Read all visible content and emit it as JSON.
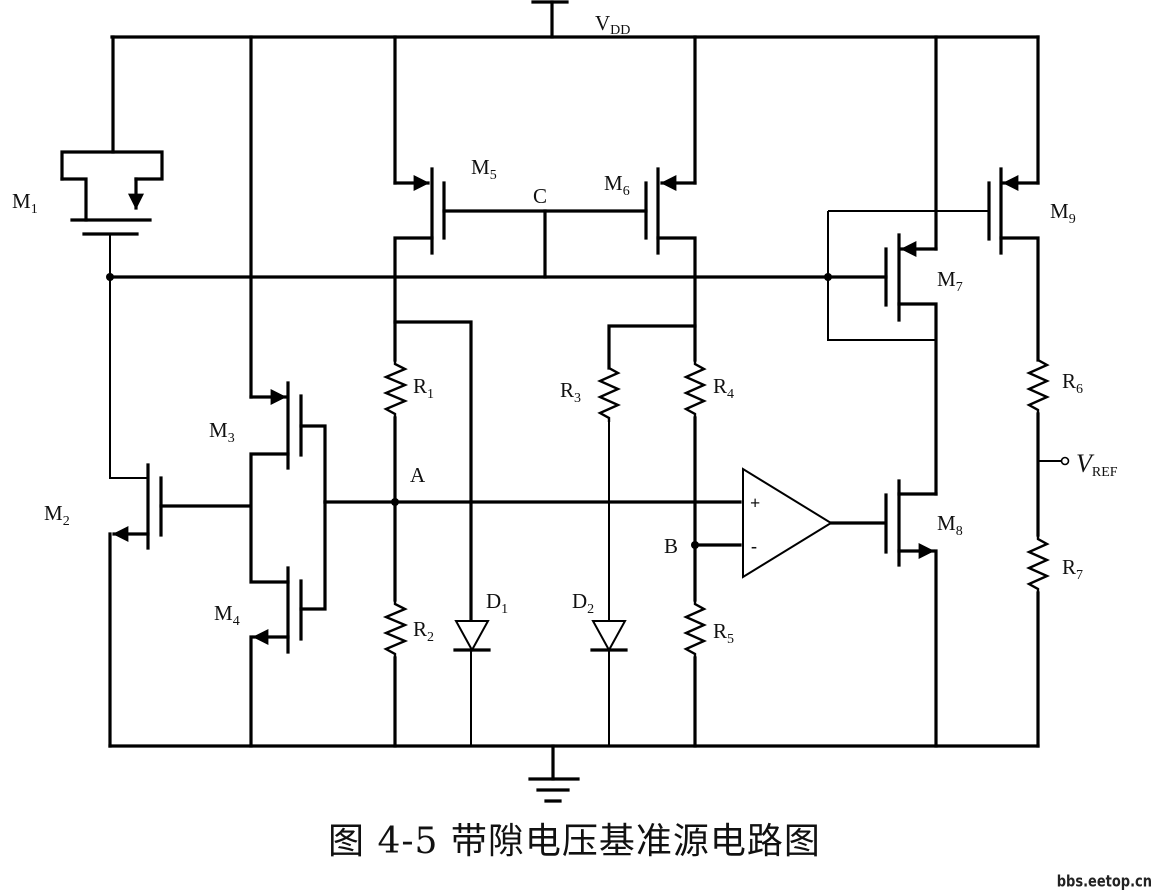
{
  "figure": {
    "caption": "图 4-5  带隙电压基准源电路图",
    "watermark": "bbs.eetop.cn"
  },
  "labels": {
    "vdd": {
      "main": "V",
      "sub": "DD"
    },
    "vref": {
      "main": "V",
      "sub": "REF"
    },
    "node_a": "A",
    "node_b": "B",
    "node_c": "C",
    "opamp_plus": "+",
    "opamp_minus": "-"
  },
  "transistors": [
    {
      "id": "M1",
      "main": "M",
      "sub": "1",
      "type": "pmos-depletion-like"
    },
    {
      "id": "M2",
      "main": "M",
      "sub": "2",
      "type": "nmos"
    },
    {
      "id": "M3",
      "main": "M",
      "sub": "3",
      "type": "pmos"
    },
    {
      "id": "M4",
      "main": "M",
      "sub": "4",
      "type": "nmos"
    },
    {
      "id": "M5",
      "main": "M",
      "sub": "5",
      "type": "pmos"
    },
    {
      "id": "M6",
      "main": "M",
      "sub": "6",
      "type": "pmos"
    },
    {
      "id": "M7",
      "main": "M",
      "sub": "7",
      "type": "pmos"
    },
    {
      "id": "M8",
      "main": "M",
      "sub": "8",
      "type": "nmos"
    },
    {
      "id": "M9",
      "main": "M",
      "sub": "9",
      "type": "pmos"
    }
  ],
  "resistors": [
    {
      "id": "R1",
      "main": "R",
      "sub": "1"
    },
    {
      "id": "R2",
      "main": "R",
      "sub": "2"
    },
    {
      "id": "R3",
      "main": "R",
      "sub": "3"
    },
    {
      "id": "R4",
      "main": "R",
      "sub": "4"
    },
    {
      "id": "R5",
      "main": "R",
      "sub": "5"
    },
    {
      "id": "R6",
      "main": "R",
      "sub": "6"
    },
    {
      "id": "R7",
      "main": "R",
      "sub": "7"
    }
  ],
  "diodes": [
    {
      "id": "D1",
      "main": "D",
      "sub": "1"
    },
    {
      "id": "D2",
      "main": "D",
      "sub": "2"
    }
  ]
}
